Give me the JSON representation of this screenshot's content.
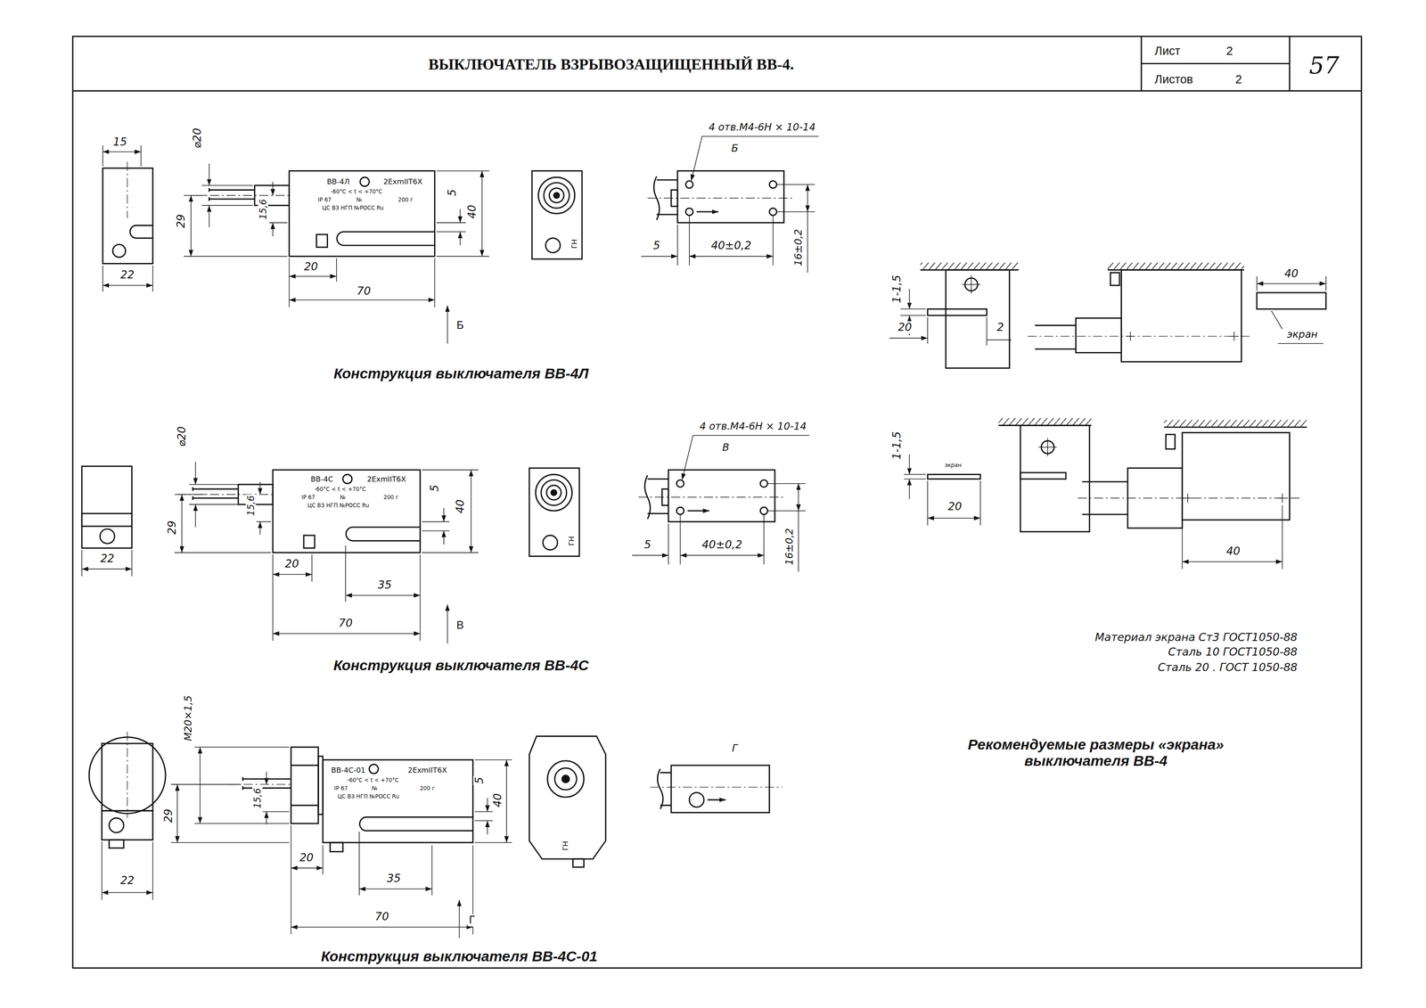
{
  "diagram": {
    "title": "ВЫКЛЮЧАТЕЛЬ ВЗРЫВОЗАЩИЩЕННЫЙ ВВ-4.",
    "labels": [
      "Лист",
      "2",
      "Листов",
      "2",
      "57",
      "15",
      "⌀20",
      "29",
      "15,6",
      "ВВ-4Л",
      "2ExmIIT6X",
      "-60°C < t < +70°C",
      "IP 67",
      "№",
      "200 г",
      "ЦС ВЗ НГП №РОСС Ru",
      "5",
      "40",
      "22",
      "20",
      "70",
      "Б",
      "ГН",
      "4 отв.M4-6H × 10-14",
      "Б",
      "5",
      "40±0,2",
      "16±0,2",
      "Конструкция выключателя ВВ-4Л",
      "⌀20",
      "29",
      "15,6",
      "ВВ-4С",
      "2ExmIIT6X",
      "-60°C < t < +70°C",
      "IP 67",
      "№",
      "200 г",
      "ЦС ВЗ НГП №РОСС Ru",
      "5",
      "40",
      "22",
      "20",
      "35",
      "70",
      "В",
      "ГН",
      "4 отв.M4-6H × 10-14",
      "В",
      "5",
      "40±0,2",
      "16±0,2",
      "Конструкция выключателя ВВ-4С",
      "M20×1,5",
      "29",
      "15,6",
      "ВВ-4С-01",
      "2ExmIIT6X",
      "-60°C < t < +70°C",
      "IP 67",
      "№",
      "200 г",
      "ЦС ВЗ НГП №РОСС Ru",
      "5",
      "40",
      "22",
      "20",
      "35",
      "70",
      "Г",
      "ГН",
      "Г",
      "Конструкция выключателя ВВ-4С-01",
      "1-1,5",
      "20",
      "2",
      "40",
      "экран",
      "1-1,5",
      "экран",
      "20",
      "40",
      "Материал экрана Ст3 ГОСТ1050-88",
      "Сталь 10 ГОСТ1050-88",
      "Сталь 20 . ГОСТ 1050-88",
      "Рекомендуемые размеры «экрана» выключателя ВВ-4"
    ]
  }
}
